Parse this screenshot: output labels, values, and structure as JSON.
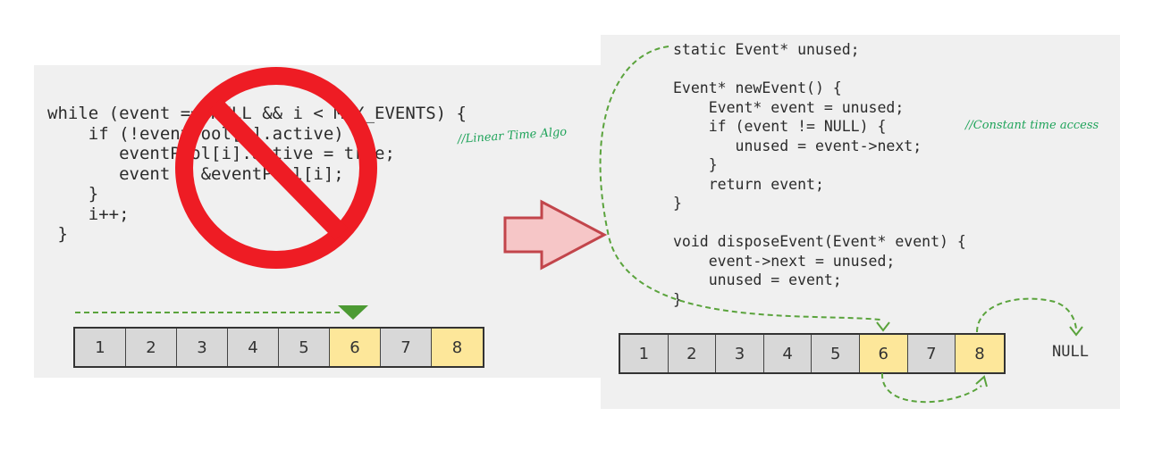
{
  "left": {
    "code": "while (event == NULL && i < MAX_EVENTS) {\n    if (!eventPool[i].active) {\n       eventPool[i].active = true;\n       event = &eventPool[i];\n    }\n    i++;\n }",
    "note": "//Linear Time Algo",
    "cells": [
      "1",
      "2",
      "3",
      "4",
      "5",
      "6",
      "7",
      "8"
    ],
    "highlighted": [
      5,
      7
    ]
  },
  "right": {
    "code": "static Event* unused;\n\nEvent* newEvent() {\n    Event* event = unused;\n    if (event != NULL) {\n       unused = event->next;\n    }\n    return event;\n}\n\nvoid disposeEvent(Event* event) {\n    event->next = unused;\n    unused = event;\n}",
    "note": "//Constant time access",
    "cells": [
      "1",
      "2",
      "3",
      "4",
      "5",
      "6",
      "7",
      "8"
    ],
    "highlighted": [
      5,
      7
    ],
    "null_label": "NULL"
  },
  "colors": {
    "panel_bg": "#f0f0f0",
    "cell_default": "#d8d8d8",
    "cell_highlight": "#fde79a",
    "prohibition_sign": "#ee1c24",
    "arrow_fill": "#f6c6c7",
    "arrow_stroke": "#c2454b",
    "dashed_path": "#5aa33c"
  },
  "icons": {
    "prohibition": "no-sign-icon",
    "transition_arrow": "right-arrow-icon"
  }
}
